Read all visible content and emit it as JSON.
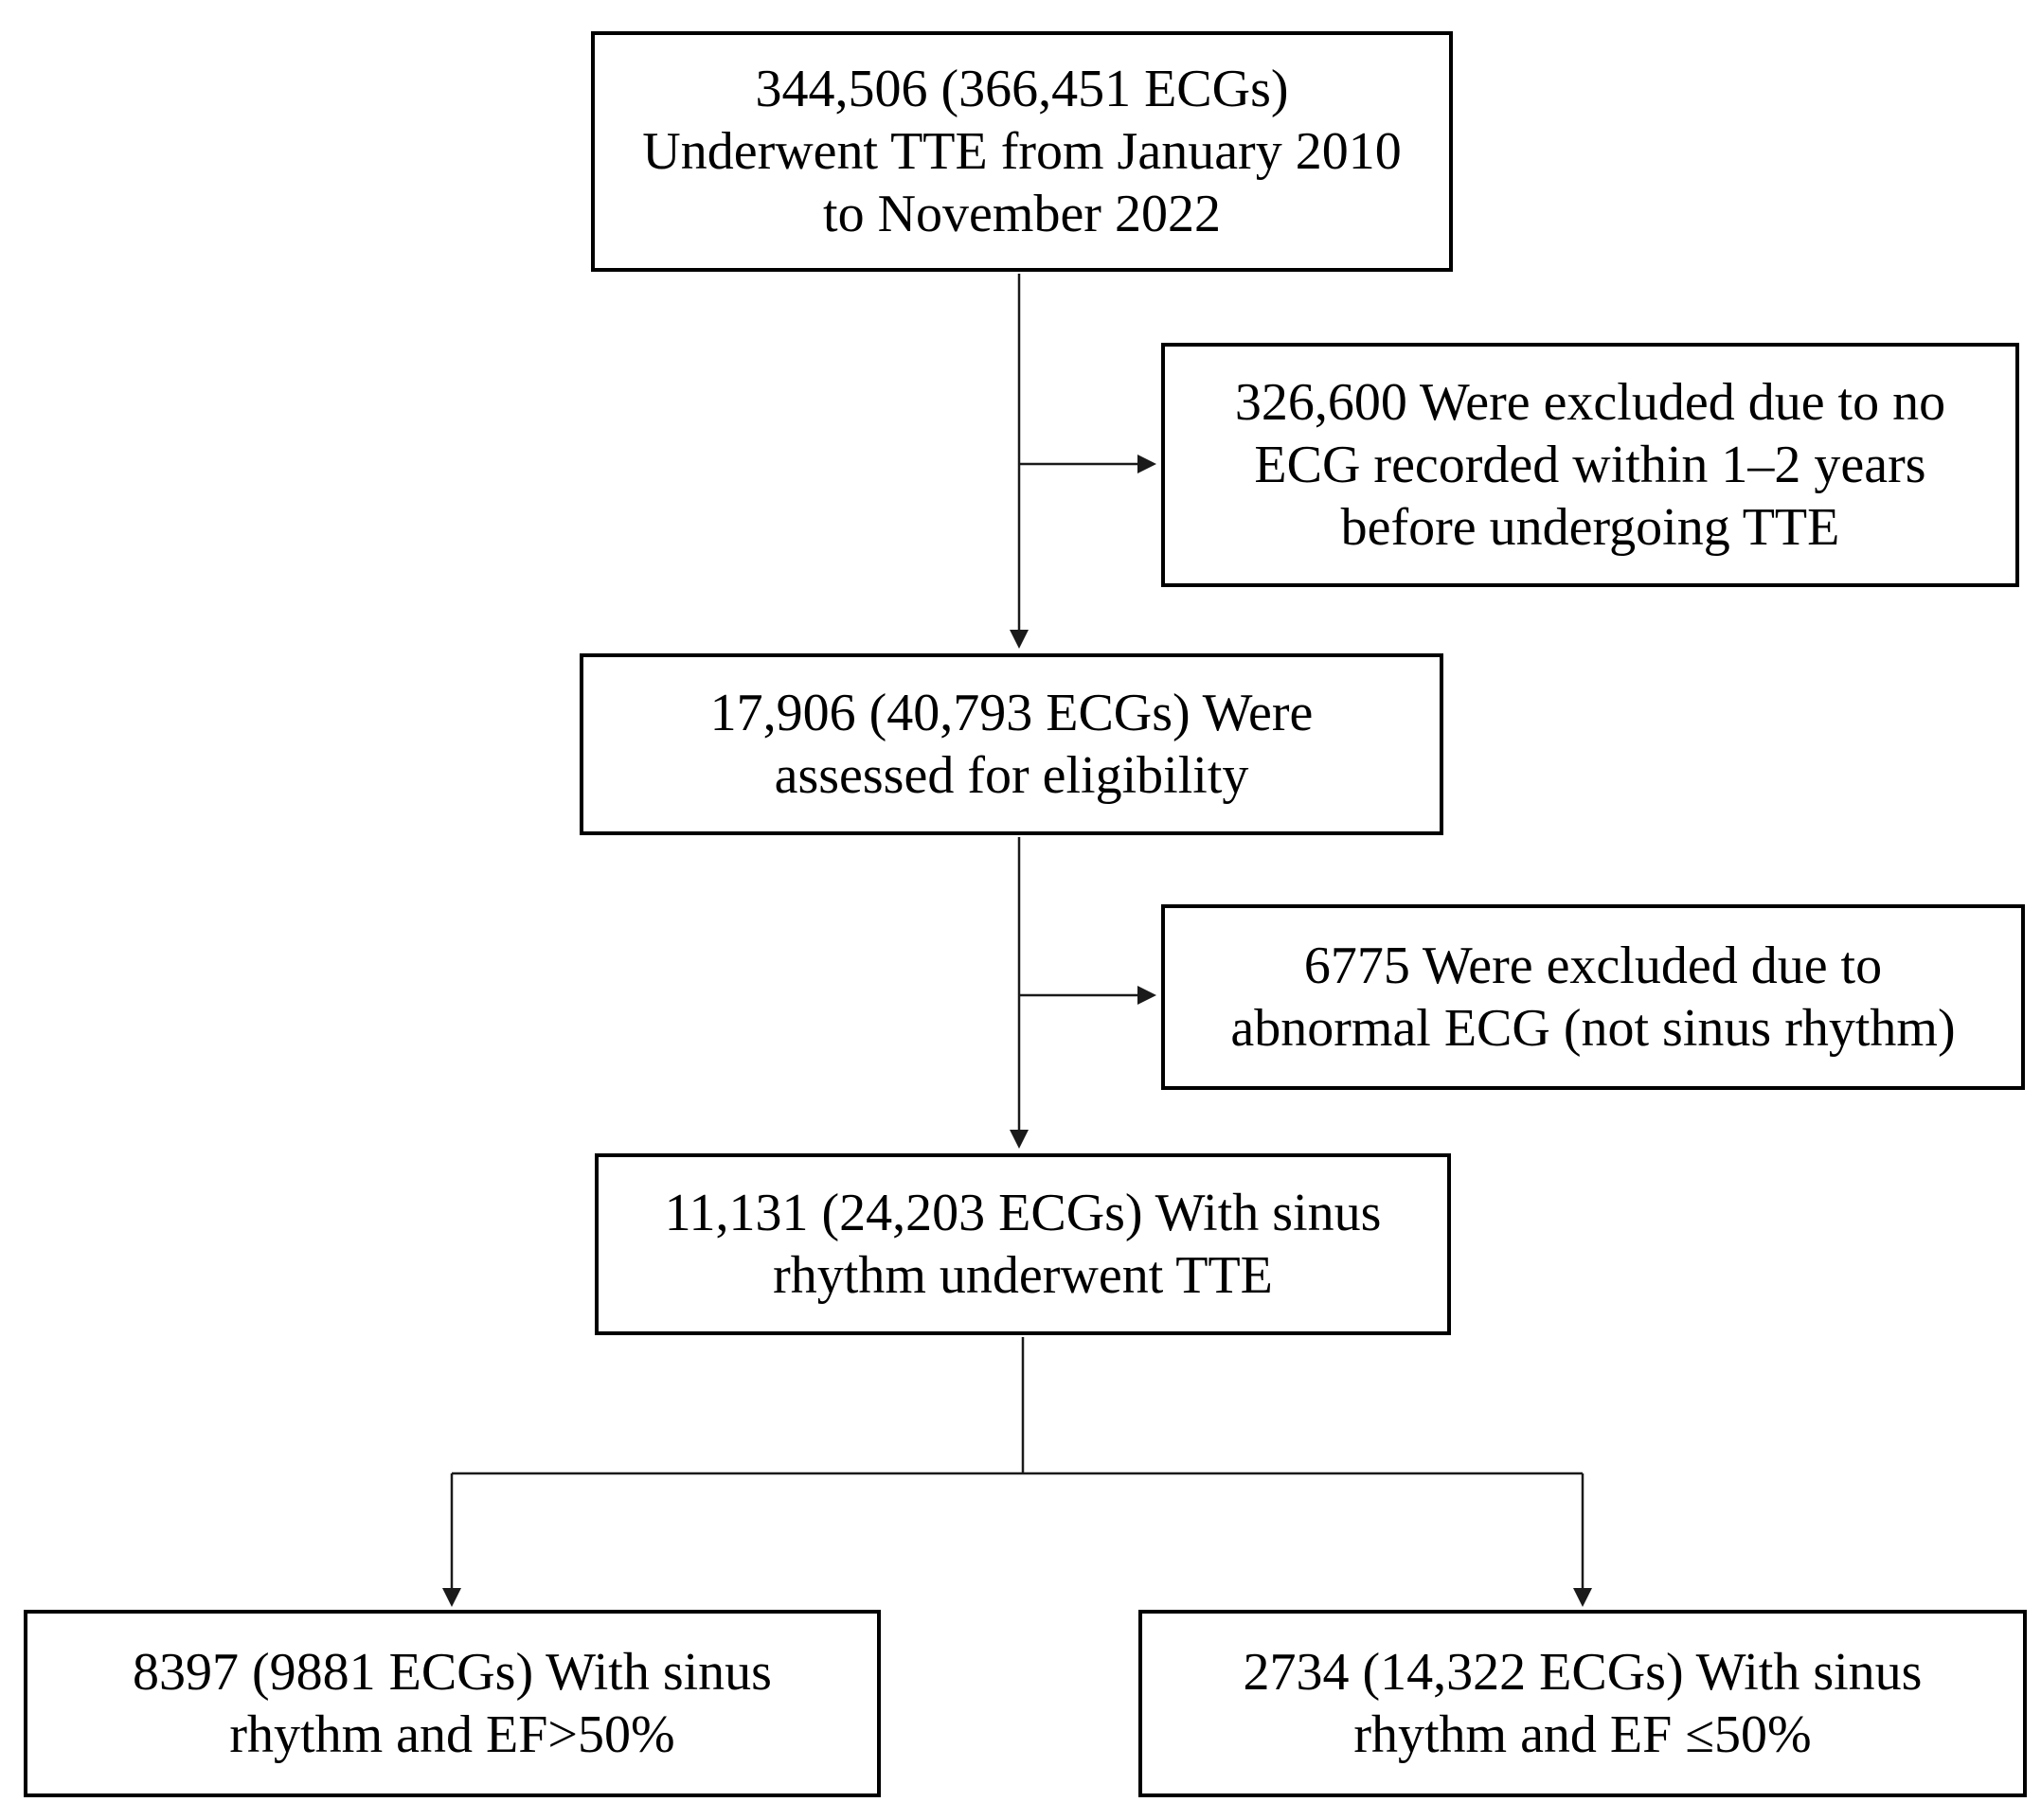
{
  "diagram": {
    "type": "flowchart",
    "background_color": "#ffffff",
    "box_fill_color": "#ffffff",
    "box_border_color": "#000000",
    "line_color": "#1a1a1a",
    "text_color": "#000000",
    "nodes": {
      "enrollment": {
        "text": "344,506 (366,451 ECGs)\nUnderwent TTE from January 2010\nto November 2022"
      },
      "excluded_no_ecg": {
        "text": "326,600 Were excluded due to no\nECG recorded within 1–2 years\nbefore undergoing TTE"
      },
      "assessed": {
        "text": "17,906 (40,793 ECGs) Were\nassessed for eligibility"
      },
      "excluded_abnormal": {
        "text": "6775 Were excluded due to\nabnormal ECG (not sinus rhythm)"
      },
      "sinus_tte": {
        "text": "11,131 (24,203 ECGs) With sinus\nrhythm underwent TTE"
      },
      "ef_gt50": {
        "text": "8397 (9881 ECGs) With sinus\nrhythm and EF>50%"
      },
      "ef_le50": {
        "text": "2734 (14,322 ECGs) With sinus\nrhythm and EF ≤50%"
      }
    },
    "edges": [
      {
        "from": "enrollment",
        "to": "excluded_no_ecg",
        "style": "side-branch-arrow"
      },
      {
        "from": "enrollment",
        "to": "assessed",
        "style": "down-arrow"
      },
      {
        "from": "assessed",
        "to": "excluded_abnormal",
        "style": "side-branch-arrow"
      },
      {
        "from": "assessed",
        "to": "sinus_tte",
        "style": "down-arrow"
      },
      {
        "from": "sinus_tte",
        "to": "ef_gt50",
        "style": "split-down-arrow"
      },
      {
        "from": "sinus_tte",
        "to": "ef_le50",
        "style": "split-down-arrow"
      }
    ]
  }
}
